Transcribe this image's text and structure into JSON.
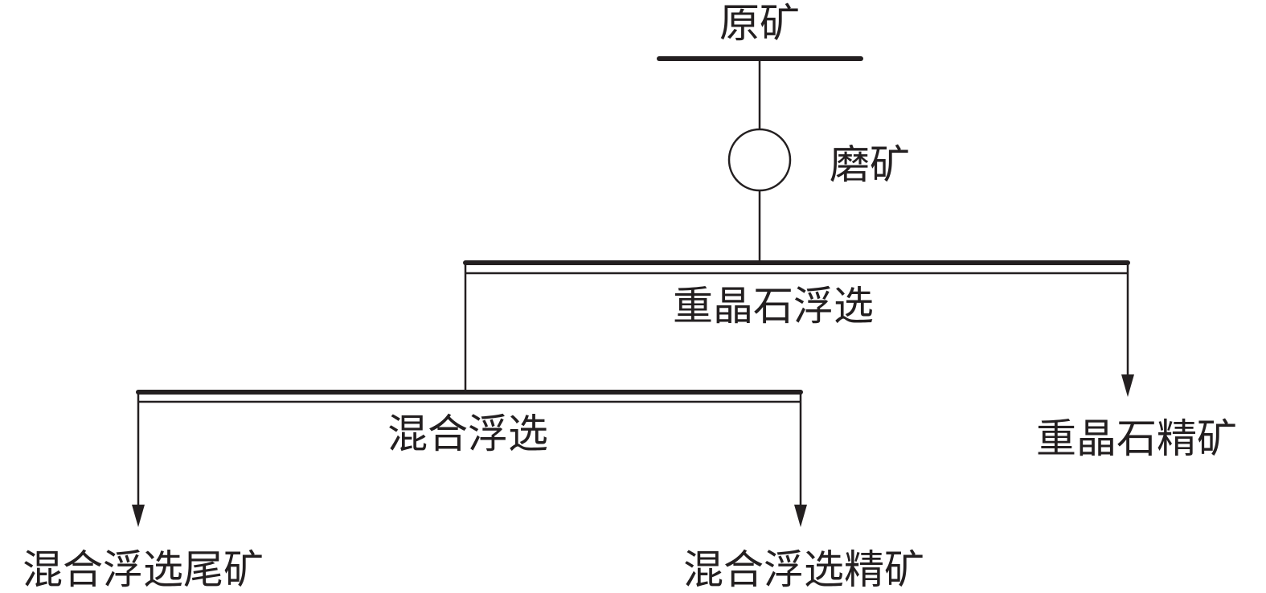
{
  "diagram": {
    "nodes": {
      "raw_ore": "原矿",
      "grinding": "磨矿",
      "barite_flotation": "重晶石浮选",
      "barite_concentrate": "重晶石精矿",
      "mixed_flotation": "混合浮选",
      "mixed_flotation_tailings": "混合浮选尾矿",
      "mixed_flotation_concentrate": "混合浮选精矿"
    },
    "edges": [
      {
        "from": "raw_ore",
        "to": "grinding"
      },
      {
        "from": "grinding",
        "to": "barite_flotation"
      },
      {
        "from": "barite_flotation",
        "to": "mixed_flotation"
      },
      {
        "from": "barite_flotation",
        "to": "barite_concentrate"
      },
      {
        "from": "mixed_flotation",
        "to": "mixed_flotation_tailings"
      },
      {
        "from": "mixed_flotation",
        "to": "mixed_flotation_concentrate"
      }
    ]
  }
}
